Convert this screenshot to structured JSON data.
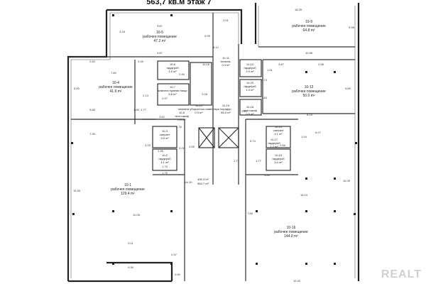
{
  "header": {
    "title": "563,7 кв.м этаж 7"
  },
  "rooms": {
    "r10_1": {
      "number": "10-1",
      "name": "рабочее помещение",
      "area": "129.4 m²"
    },
    "r10_2": {
      "number": "10-2",
      "name": "гардероб",
      "area": "4.1 m²"
    },
    "r10_3": {
      "number": "10-3",
      "name": "санузел",
      "area": "3.9 m²"
    },
    "r10_4": {
      "number": "10-4",
      "name": "рабочее помещение",
      "area": "41.9 m²"
    },
    "r10_5": {
      "number": "10-5",
      "name": "рабочее помещение",
      "area": "47.2 m²"
    },
    "r10_6": {
      "number": "10-6",
      "name": "гардероб",
      "area": "1.9 m²"
    },
    "r10_7": {
      "number": "10-7",
      "name": "комната приема пищи",
      "area": "5.6 m²"
    },
    "r10_8": {
      "number": "10-8",
      "name": "техн.шкаф",
      "area": "0.9 m²"
    },
    "r10_9": {
      "number": "10-9",
      "name": "рабочее помещение",
      "area": "64.8 m²"
    },
    "r10_10": {
      "number": "10-10",
      "name": "комната уборочного инвентаря",
      "area": "0.9 m²"
    },
    "r10_11": {
      "number": "10-11",
      "name": "техниче.",
      "area": "0.3 m²"
    },
    "r10_12": {
      "number": "10-12",
      "name": "гардероб",
      "area": "2.9 m²"
    },
    "r10_13": {
      "number": "10-13",
      "name": "рабочее помещение",
      "area": "50.0 m²"
    },
    "r10_14": {
      "number": "10-14",
      "name": "санузел",
      "area": "4.1 m²"
    },
    "r10_15": {
      "number": "10-15",
      "name": "гардероб",
      "area": "4.0 m²"
    },
    "r10_16": {
      "number": "10-16",
      "name": "рабочее помещение",
      "area": "144.0 m²"
    },
    "r10_17": {
      "number": "10-17",
      "name": "гардероб",
      "area": "1.2 m²"
    },
    "r10_18": {
      "number": "10-18",
      "name": "техн.шкаф",
      "area": "0.9 m²"
    },
    "r10_19": {
      "number": "10-19",
      "name": "коридор",
      "area": "56.0 m²"
    },
    "r10_20": {
      "number": "10-20",
      "name": "гардероб",
      "area": "1.9 m²"
    }
  },
  "summary": {
    "label": "к/п 10",
    "area_a": "499.3 m²",
    "area_b": "563.7 m²"
  },
  "dimensions": [
    "18.39",
    "9.87",
    "9.87",
    "4.18",
    "8.12",
    "2.01",
    "5.99",
    "5.98",
    "10.96",
    "3.87",
    "2.58",
    "2.60",
    "7.80",
    "4.39",
    "6.00",
    "5.68",
    "7.35",
    "2.13",
    "1.89",
    "1.77",
    "3.62",
    "1.76",
    "2.46",
    "2.97",
    "10.18",
    "2.08",
    "1.51",
    "1.50",
    "8.19",
    "6.27",
    "1.16",
    "5.89",
    "0.74",
    "3.25",
    "1.46",
    "1.73",
    "1.75",
    "5.21",
    "4.55",
    "1.77",
    "5.74",
    "2.66",
    "0.83",
    "1.77",
    "3.84",
    "15.30",
    "10.05",
    "9.11",
    "9.39",
    "0.37",
    "7.85",
    "18.10",
    "16.39",
    "10.40",
    "0.90"
  ],
  "watermark": "REALT"
}
